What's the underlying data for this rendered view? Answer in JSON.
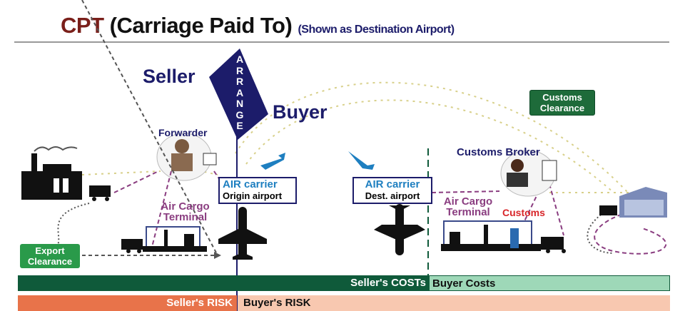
{
  "title": {
    "abbr": "CPT",
    "full": "(Carriage Paid To)",
    "subtitle": "(Shown as Destination Airport)"
  },
  "arrange": {
    "word": "ARRANGE",
    "seller": "Seller",
    "buyer": "Buyer"
  },
  "labels": {
    "forwarder": "Forwarder",
    "origin_carrier": {
      "line1": "AIR carrier",
      "line2": "Origin airport"
    },
    "dest_carrier": {
      "line1": "AIR carrier",
      "line2": "Dest. airport"
    },
    "customs_broker": {
      "a": "Customs",
      "b": "Broker"
    },
    "customs_clearance": {
      "line1": "Customs",
      "line2": "Clearance"
    },
    "export_clearance": {
      "line1": "Export",
      "line2": "Clearance"
    },
    "terminal_left": {
      "line1": "Air Cargo",
      "line2": "Terminal"
    },
    "terminal_right": {
      "line1": "Air Cargo",
      "line2": "Terminal"
    },
    "customs": "Customs"
  },
  "bars": {
    "seller_costs": "Seller's  COSTs",
    "buyer_costs": "Buyer Costs",
    "seller_risk": "Seller's RISK",
    "buyer_risk": "Buyer's RISK"
  },
  "colors": {
    "navy": "#1c1c6a",
    "dark_green": "#0f5a3a",
    "light_green": "#9ed8b8",
    "orange": "#e8734a",
    "peach": "#f8c8b0",
    "purple": "#8a3d80",
    "blue": "#1e7fc0"
  }
}
